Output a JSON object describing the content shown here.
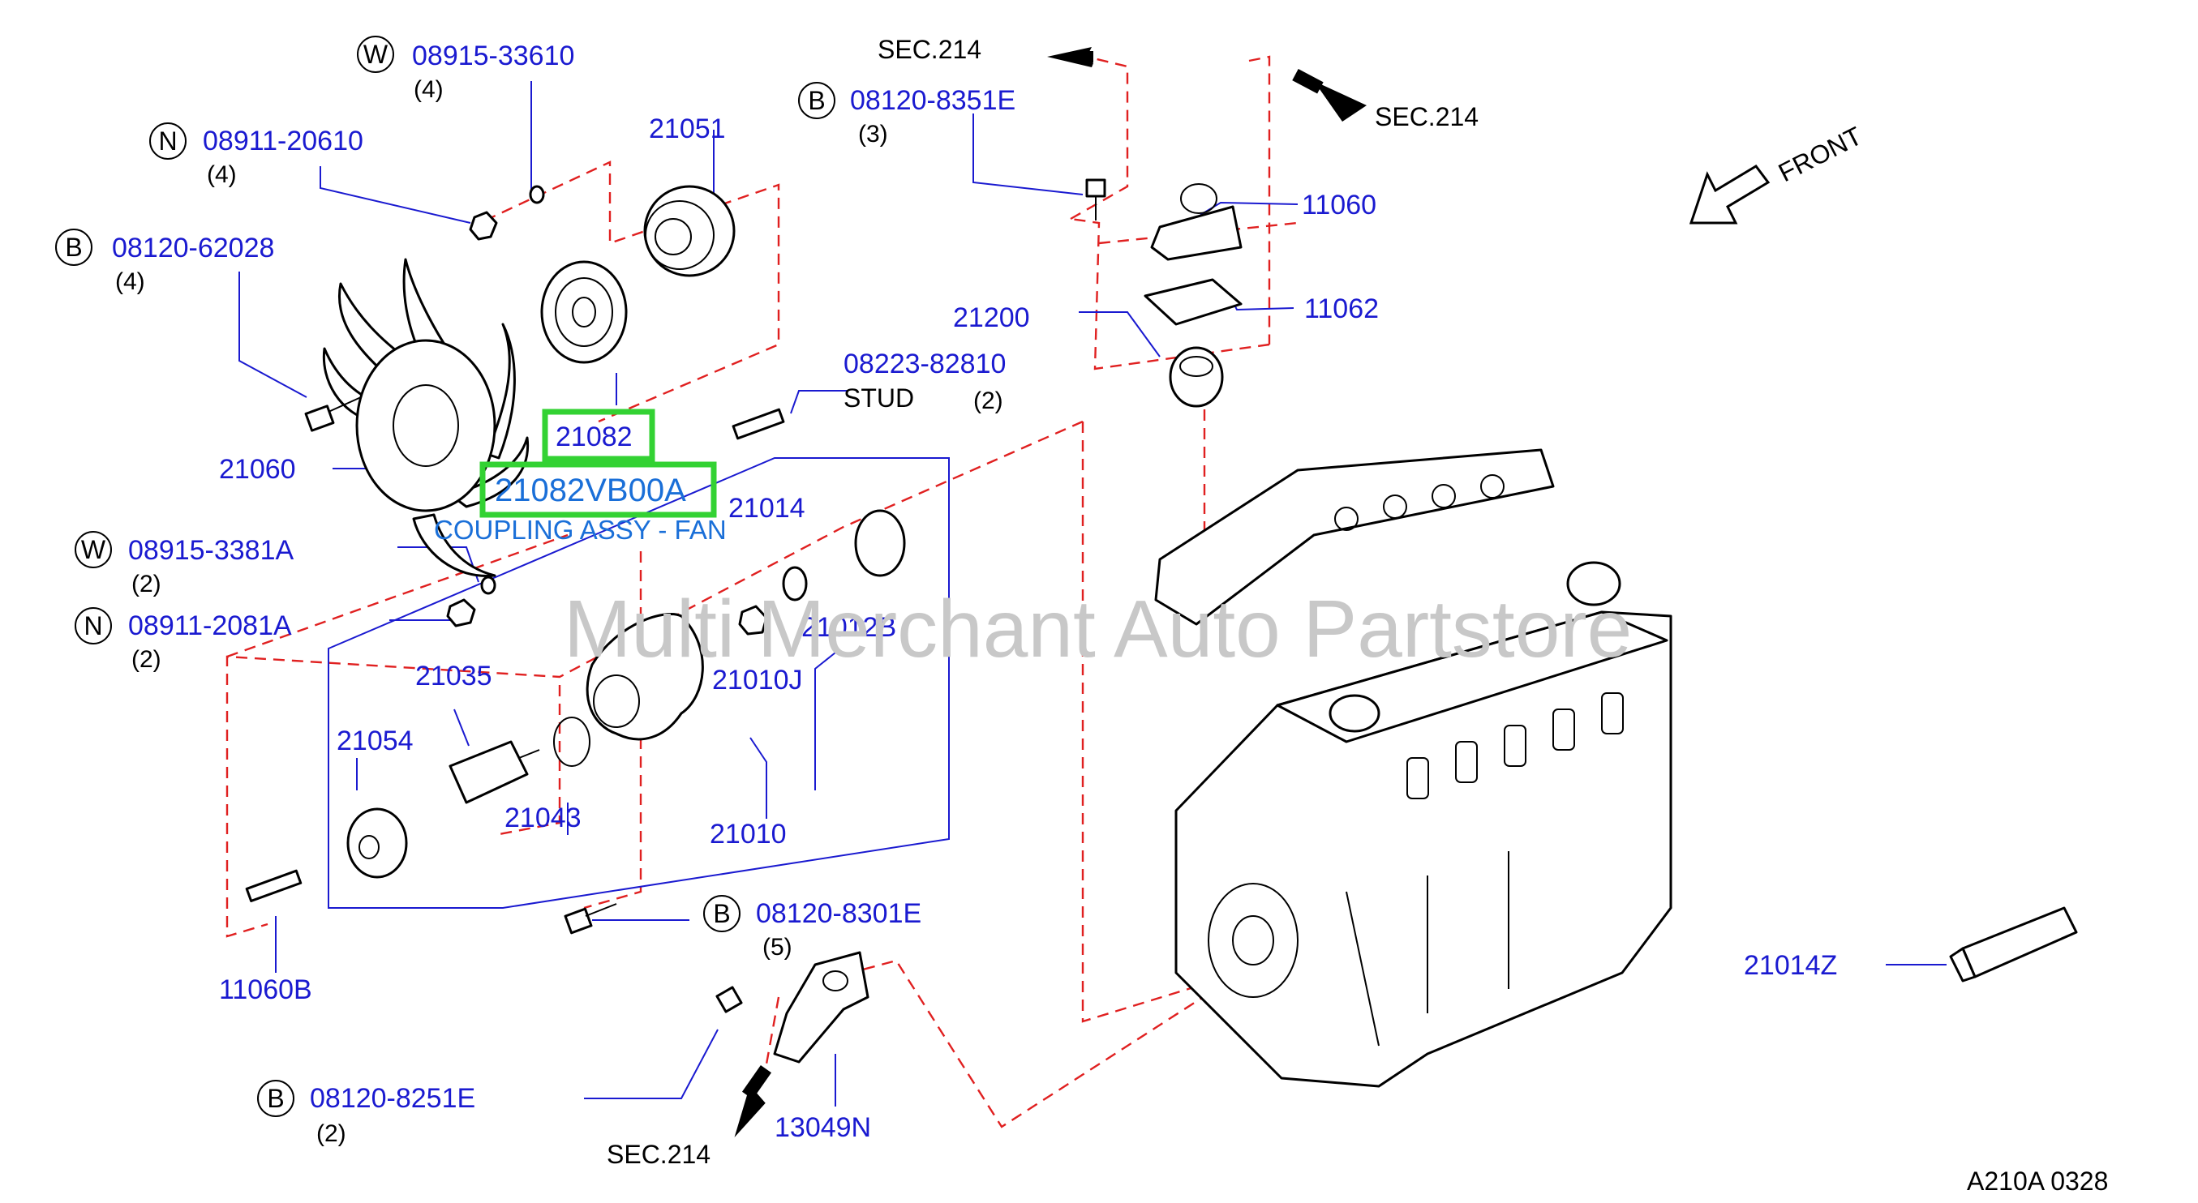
{
  "watermark": "Multi Merchant Auto Partstore",
  "diagram_code": "A210A  0328",
  "front_label": "FRONT",
  "sec_refs": [
    "SEC.214",
    "SEC.214",
    "SEC.214"
  ],
  "stud_label": "STUD",
  "highlight": {
    "part_1": "21082",
    "part_2": "21082VB00A",
    "description": "COUPLING ASSY - FAN"
  },
  "callouts": [
    {
      "prefix": "W",
      "part": "08915-33610",
      "qty": "(4)"
    },
    {
      "prefix": "N",
      "part": "08911-20610",
      "qty": "(4)"
    },
    {
      "prefix": "B",
      "part": "08120-62028",
      "qty": "(4)"
    },
    {
      "prefix": "B",
      "part": "08120-8351E",
      "qty": "(3)"
    },
    {
      "prefix": "W",
      "part": "08915-3381A",
      "qty": "(2)"
    },
    {
      "prefix": "N",
      "part": "08911-2081A",
      "qty": "(2)"
    },
    {
      "prefix": "B",
      "part": "08120-8301E",
      "qty": "(5)"
    },
    {
      "prefix": "B",
      "part": "08120-8251E",
      "qty": "(2)"
    },
    {
      "prefix": "",
      "part": "08223-82810",
      "qty": "(2)"
    }
  ],
  "parts": [
    "21051",
    "11060",
    "11062",
    "21200",
    "21060",
    "21014",
    "21012B",
    "21010J",
    "21035",
    "21054",
    "21043",
    "21010",
    "11060B",
    "13049N",
    "21014Z"
  ],
  "colors": {
    "label_blue": "#1a1ad0",
    "dashed_line": "#e02020",
    "highlight_box": "#33d233",
    "highlight_text": "#1a6fd8"
  }
}
